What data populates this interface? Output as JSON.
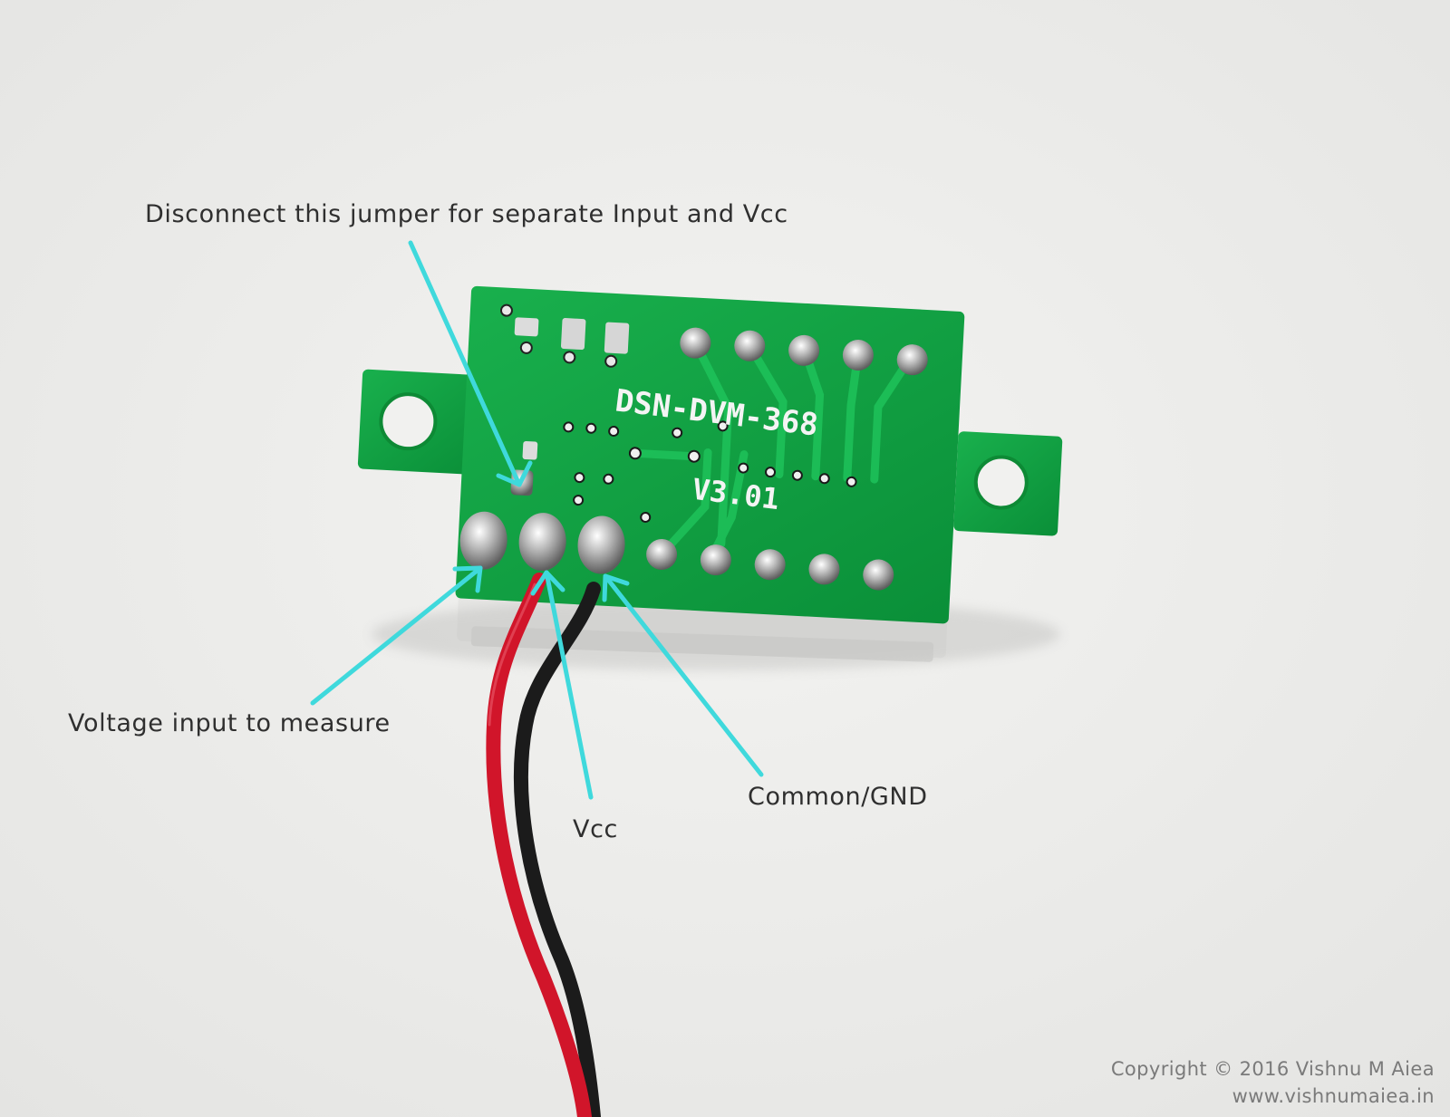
{
  "annotations": {
    "jumper": "Disconnect this jumper for separate Input and Vcc",
    "input": "Voltage input to measure",
    "vcc": "Vcc",
    "gnd": "Common/GND"
  },
  "board": {
    "model": "DSN-DVM-368",
    "version": "V3.01"
  },
  "copyright": {
    "line1": "Copyright © 2016 Vishnu M Aiea",
    "line2": "www.vishnumaiea.in"
  },
  "colors": {
    "arrow": "#3fd9dc",
    "pcb": "#0fa043",
    "background": "#ededeb",
    "wire_red": "#d1152a",
    "wire_black": "#1b1b1b"
  }
}
